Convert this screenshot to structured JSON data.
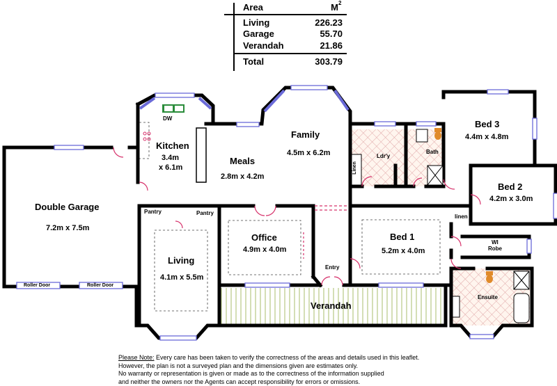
{
  "area_table": {
    "header_label": "Area",
    "header_unit": "M",
    "header_unit_sup": "2",
    "rows": [
      {
        "label": "Living",
        "value": "226.23"
      },
      {
        "label": "Garage",
        "value": "55.70"
      },
      {
        "label": "Verandah",
        "value": "21.86"
      }
    ],
    "total_label": "Total",
    "total_value": "303.79"
  },
  "rooms": {
    "double_garage": {
      "name": "Double Garage",
      "size": "7.2m x 7.5m"
    },
    "kitchen": {
      "name": "Kitchen",
      "size_line1": "3.4m",
      "size_line2": "x 6.1m"
    },
    "meals": {
      "name": "Meals",
      "size": "2.8m x 4.2m"
    },
    "family": {
      "name": "Family",
      "size": "4.5m x 6.2m"
    },
    "living": {
      "name": "Living",
      "size": "4.1m x 5.5m"
    },
    "office": {
      "name": "Office",
      "size": "4.9m x 4.0m"
    },
    "bed1": {
      "name": "Bed 1",
      "size": "5.2m x 4.0m"
    },
    "bed2": {
      "name": "Bed 2",
      "size": "4.2m x 3.0m"
    },
    "bed3": {
      "name": "Bed 3",
      "size": "4.4m x 4.8m"
    },
    "verandah": {
      "name": "Verandah"
    }
  },
  "small_labels": {
    "dw": "DW",
    "pantry_left": "Pantry",
    "pantry_right": "Pantry",
    "laundry": "Ldr'y",
    "bath": "Bath",
    "linen_vertical": "Linen",
    "linen_small": "linen",
    "wi_robe_line1": "WI",
    "wi_robe_line2": "Robe",
    "ensuite": "Ensuite",
    "entry": "Entry",
    "roller_door_left": "Roller Door",
    "roller_door_right": "Roller Door"
  },
  "note": {
    "heading": "Please Note:",
    "line1_rest": "  Every care has been taken to verify the correctness of the areas and details used in this leaflet.",
    "line2": "However, the plan is not a surveyed plan and the dimensions given are estimates only.",
    "line3": "No warranty or representation is given or made as to the correctness of the information supplied",
    "line4": "and neither the owners nor the Agents can accept responsibility for errors or omissions."
  },
  "colors": {
    "wall": "#000000",
    "window": "#6a6ad8",
    "door": "#d6306a",
    "wet_area_hatch": "#e0a8a8",
    "wet_area_fill": "#fff5ee",
    "verandah_lines": "#b8c884",
    "toilet": "#e08a2a",
    "sink": "#2a8c3a"
  }
}
